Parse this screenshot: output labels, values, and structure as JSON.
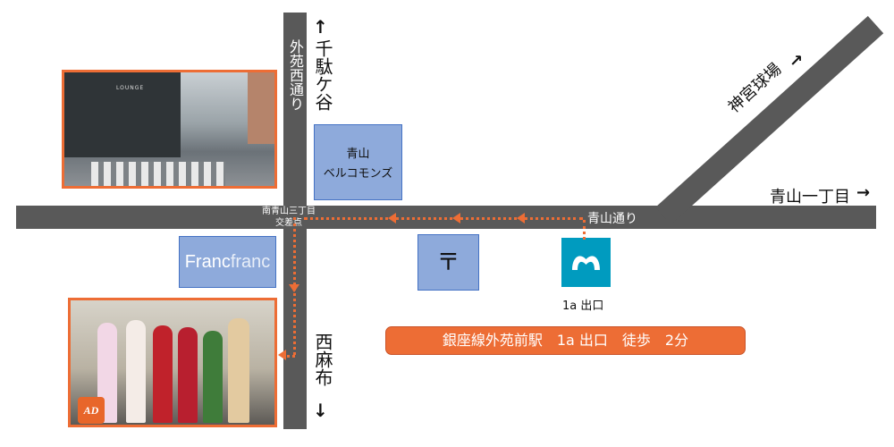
{
  "roads": {
    "main_horizontal": "青山通り",
    "vertical": "外苑西通り",
    "crossing_line1": "南青山三丁目",
    "crossing_line2": "交差点"
  },
  "directions": {
    "north": "千駄ケ谷",
    "south": "西麻布",
    "east": "青山一丁目",
    "northeast": "神宮球場"
  },
  "glyphs": {
    "arrow_up": "↑",
    "arrow_down": "↓",
    "arrow_right": "→",
    "arrow_ne": "↗"
  },
  "buildings": {
    "aoyama_line1": "青山",
    "aoyama_line2": "ベルコモンズ",
    "francfranc_a": "Franc",
    "francfranc_b": "franc",
    "post_office": "〒"
  },
  "metro": {
    "exit_label": "1a 出口"
  },
  "banner": {
    "text": "銀座線外苑前駅　1a 出口　徒歩　2分"
  },
  "photos": {
    "storefront_sign": "LOUNGE",
    "logo_letters": "AD"
  },
  "colors": {
    "road": "#595959",
    "accent": "#ed6d35",
    "building": "#8eaadb",
    "metro": "#009bbf"
  }
}
